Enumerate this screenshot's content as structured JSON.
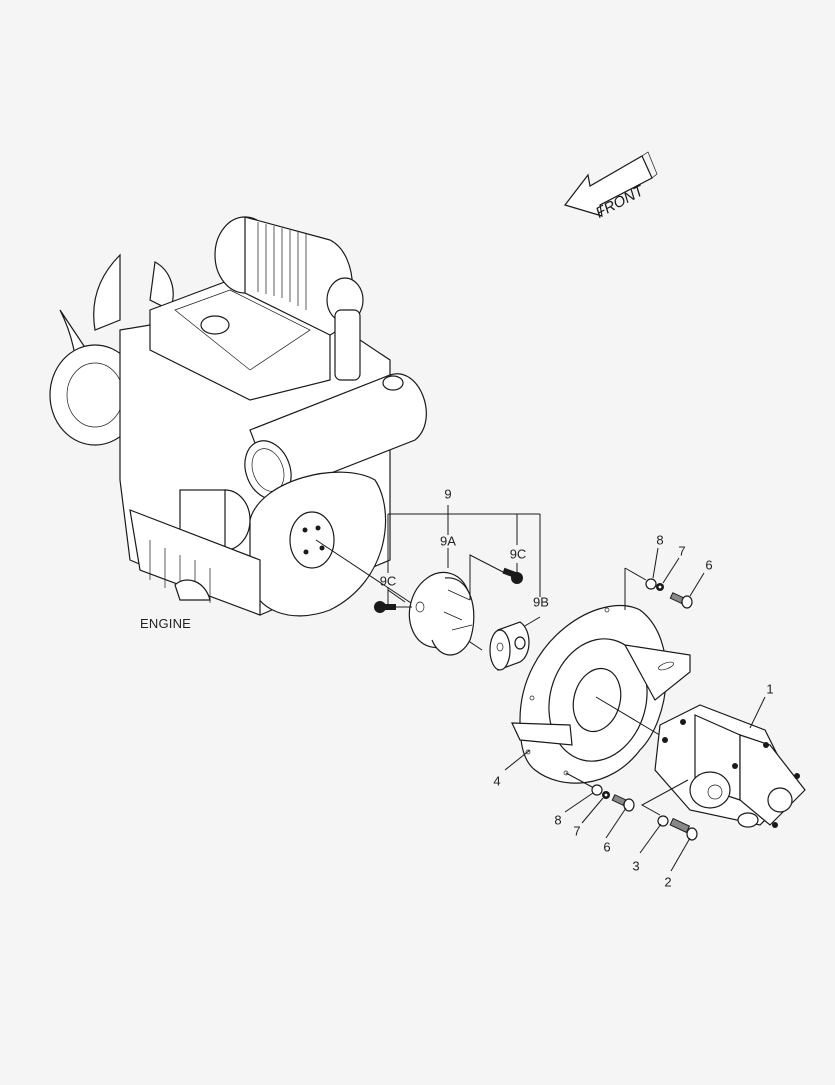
{
  "diagram": {
    "type": "exploded-parts-diagram",
    "background": "#f5f5f5",
    "line_color": "#1a1a1a",
    "front_arrow": {
      "label": "FRONT"
    },
    "engine_label": "ENGINE",
    "callouts": [
      {
        "id": "1",
        "label": "1"
      },
      {
        "id": "2",
        "label": "2"
      },
      {
        "id": "3",
        "label": "3"
      },
      {
        "id": "4",
        "label": "4"
      },
      {
        "id": "6a",
        "label": "6"
      },
      {
        "id": "7a",
        "label": "7"
      },
      {
        "id": "8a",
        "label": "8"
      },
      {
        "id": "6b",
        "label": "6"
      },
      {
        "id": "7b",
        "label": "7"
      },
      {
        "id": "8b",
        "label": "8"
      },
      {
        "id": "9",
        "label": "9"
      },
      {
        "id": "9A",
        "label": "9A"
      },
      {
        "id": "9B",
        "label": "9B"
      },
      {
        "id": "9Ca",
        "label": "9C"
      },
      {
        "id": "9Cb",
        "label": "9C"
      }
    ]
  }
}
